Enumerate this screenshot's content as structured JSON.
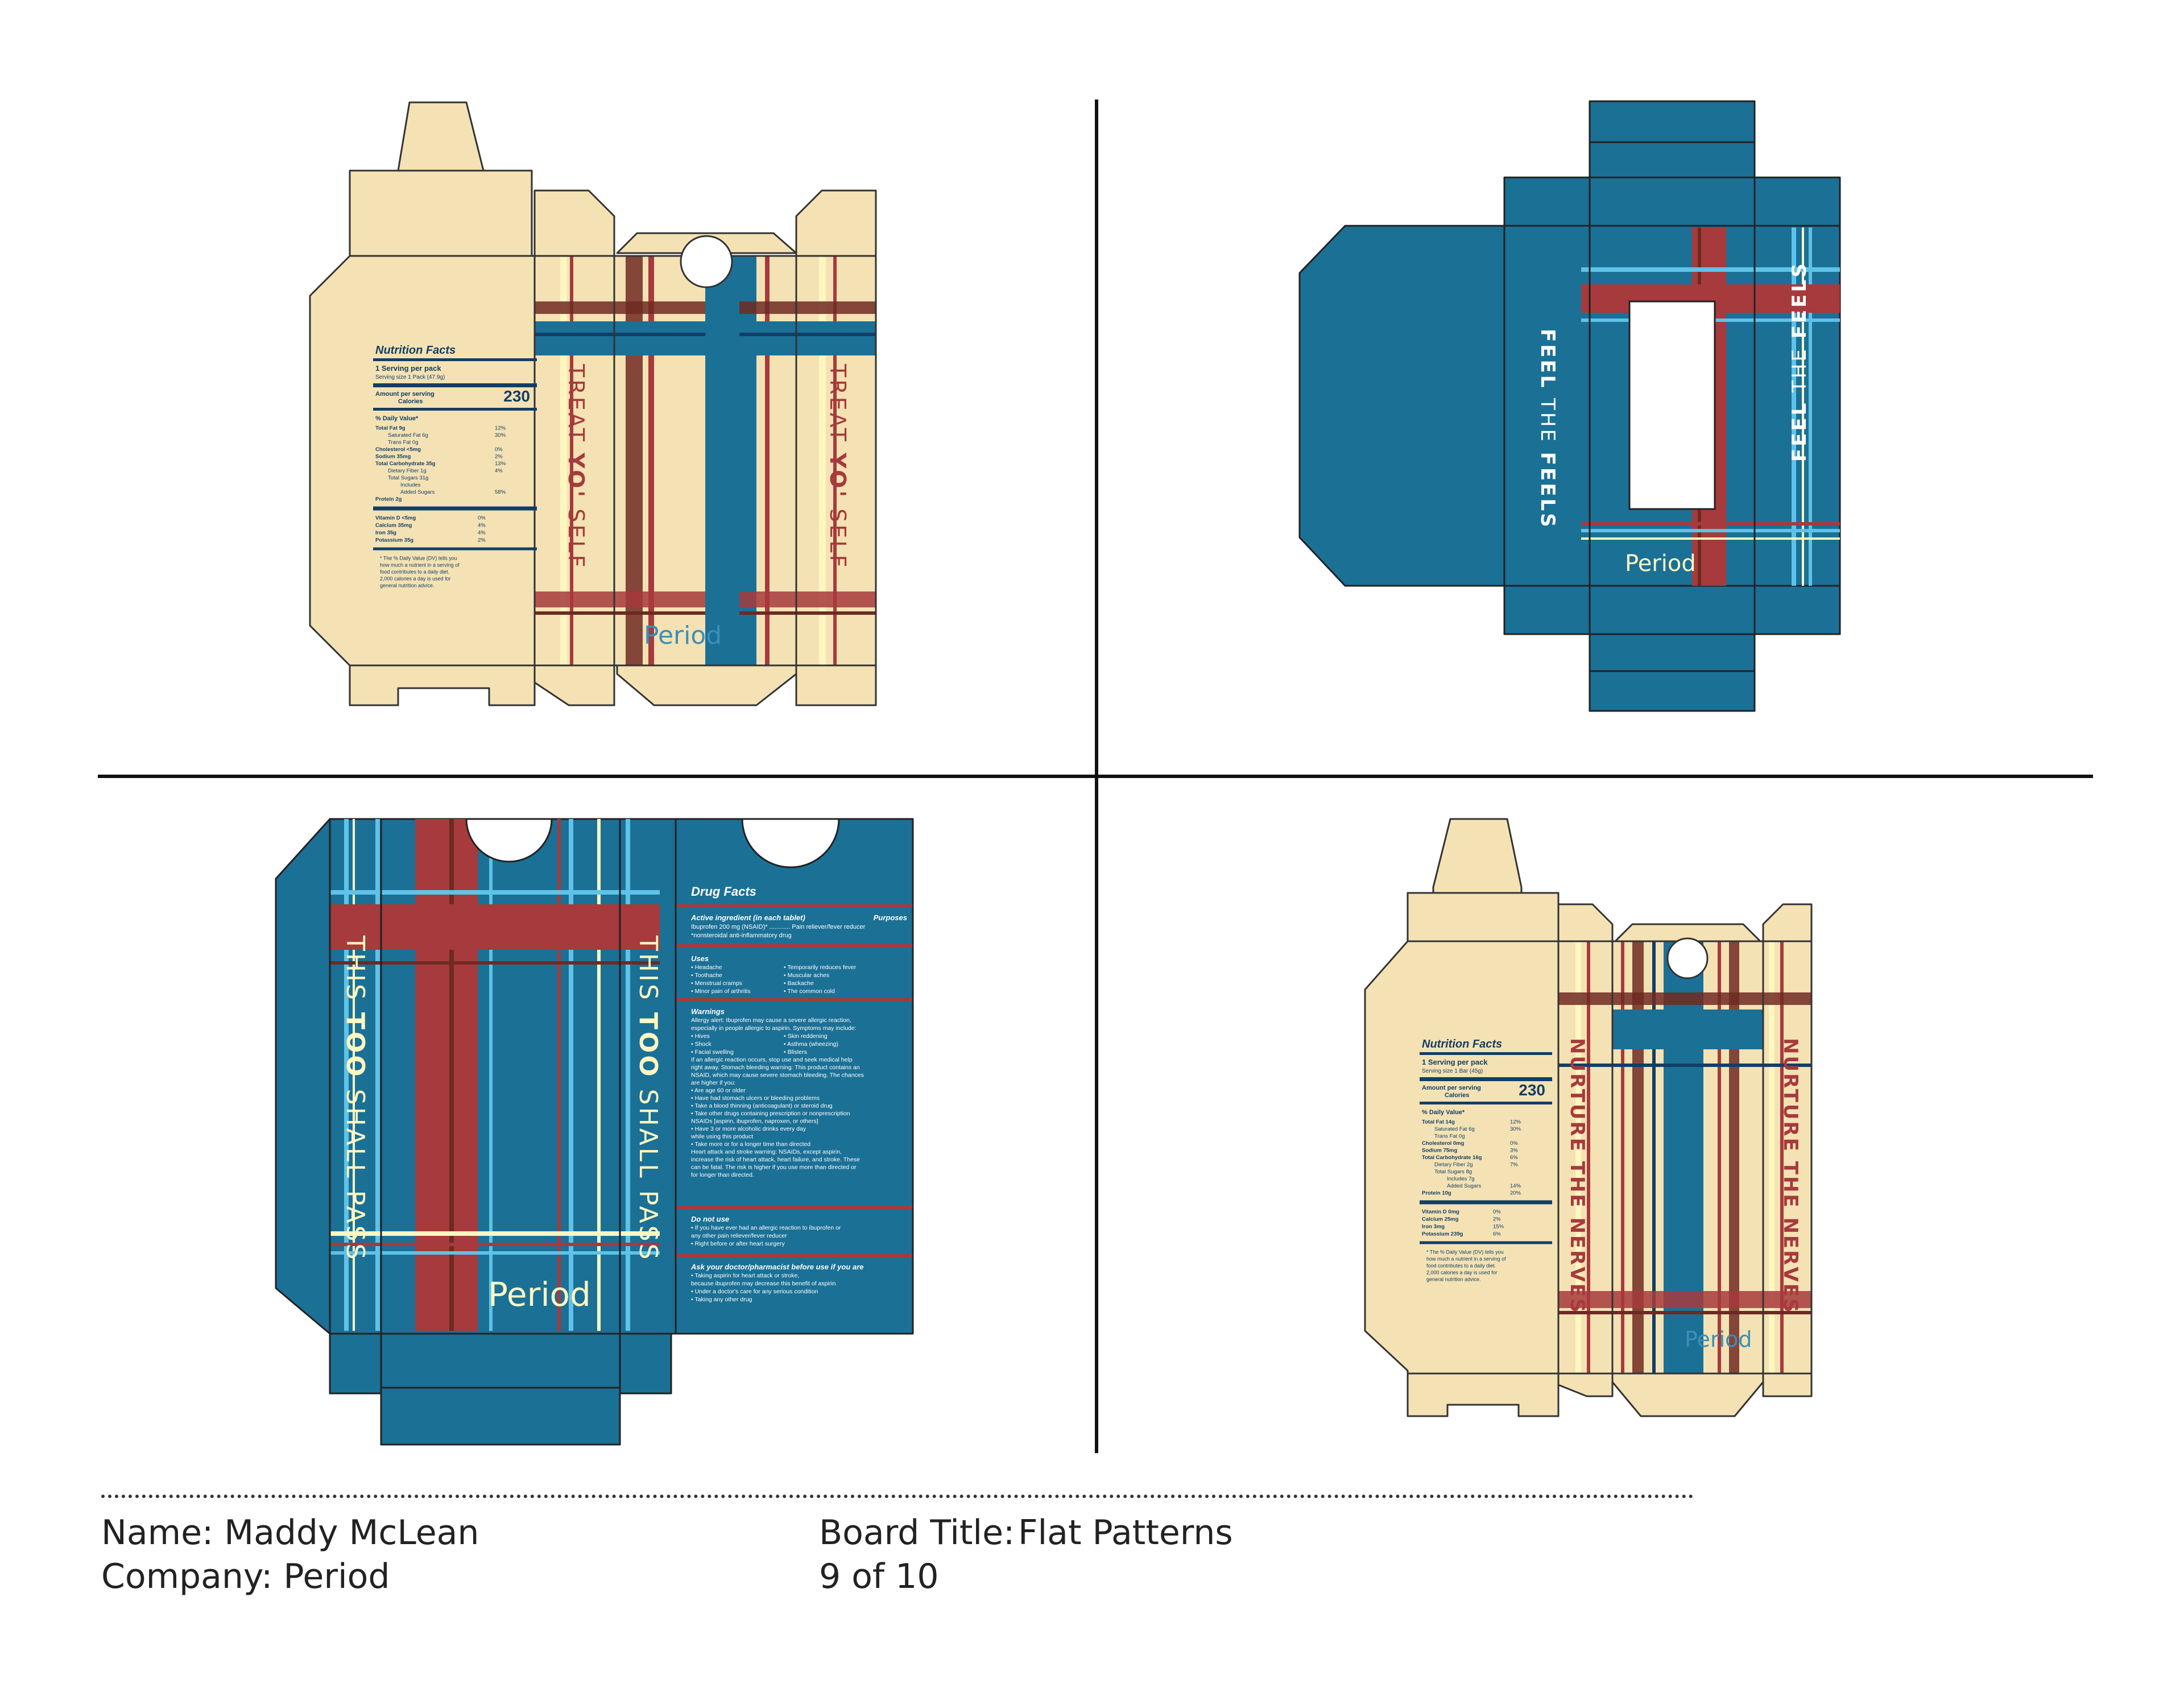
{
  "footer": {
    "name_label": "Name: Maddy McLean",
    "company_label": "Company: Period",
    "board_title_label": "Board Title:",
    "board_title_value": "Flat Patterns",
    "page_count": "9 of 10"
  },
  "colors": {
    "cream": "#f4e2b4",
    "blue": "#1b7096",
    "red": "#a73a3c",
    "dark_red": "#6e2a22",
    "light_blue": "#5fc2e8",
    "pale_yellow": "#fff6c0",
    "navy": "#123e66",
    "logo_blue": "#3a8fb9"
  },
  "brand": {
    "logo_text": "Period"
  },
  "slogans": {
    "treat": [
      "TREAT ",
      "YO'",
      " SELF"
    ],
    "feel": [
      "FEEL",
      " THE ",
      "FEELS"
    ],
    "pass": [
      "THIS ",
      "TOO",
      " SHALL PASS"
    ],
    "nurture": [
      "NURTURE THE NERVES"
    ]
  },
  "nutrition_1": {
    "title": "Nutrition Facts",
    "servings": "1 Serving per pack",
    "serving_size_label": "Serving size",
    "serving_size": "1 Pack (47.9g)",
    "amount_label": "Amount per serving",
    "calories_label": "Calories",
    "calories": "230",
    "dv_header": "% Daily Value*",
    "rows": [
      {
        "text": "Total Fat 9g",
        "dv": "12%",
        "bold": true,
        "indent": 0
      },
      {
        "text": "Saturated Fat 6g",
        "dv": "30%",
        "bold": false,
        "indent": 1
      },
      {
        "text": "Trans Fat 0g",
        "dv": "",
        "bold": false,
        "indent": 1
      },
      {
        "text": "Cholesterol <5mg",
        "dv": "0%",
        "bold": true,
        "indent": 0
      },
      {
        "text": "Sodium 35mg",
        "dv": "2%",
        "bold": true,
        "indent": 0
      },
      {
        "text": "Total Carbohydrate 35g",
        "dv": "13%",
        "bold": true,
        "indent": 0
      },
      {
        "text": "Dietary Fiber 1g",
        "dv": "4%",
        "bold": false,
        "indent": 1
      },
      {
        "text": "Total Sugars 31g",
        "dv": "",
        "bold": false,
        "indent": 1
      },
      {
        "text": "Includes",
        "dv": "",
        "bold": false,
        "indent": 2
      },
      {
        "text": "Added Sugars",
        "dv": "58%",
        "bold": false,
        "indent": 2
      },
      {
        "text": "Protein 2g",
        "dv": "",
        "bold": true,
        "indent": 0
      }
    ],
    "vitamins": [
      {
        "text": "Vitamin D <5mg",
        "dv": "0%"
      },
      {
        "text": "Calcium 35mg",
        "dv": "4%"
      },
      {
        "text": "Iron 35g",
        "dv": "4%"
      },
      {
        "text": "Potassium 35g",
        "dv": "2%"
      }
    ],
    "footnote": [
      "* The % Daily Value (DV) tells you",
      "how much a nutrient in a serving of",
      "food contributes to a daily diet.",
      "2,000 calories a day is used for",
      "general nutrition advice."
    ]
  },
  "nutrition_2": {
    "title": "Nutrition Facts",
    "servings": "1 Serving per pack",
    "serving_size_label": "Serving size",
    "serving_size": "1 Bar (45g)",
    "amount_label": "Amount per serving",
    "calories_label": "Calories",
    "calories": "230",
    "dv_header": "% Daily Value*",
    "rows": [
      {
        "text": "Total Fat 14g",
        "dv": "12%",
        "bold": true,
        "indent": 0
      },
      {
        "text": "Saturated Fat 6g",
        "dv": "30%",
        "bold": false,
        "indent": 1
      },
      {
        "text": "Trans Fat 0g",
        "dv": "",
        "bold": false,
        "indent": 1
      },
      {
        "text": "Cholesterol 0mg",
        "dv": "0%",
        "bold": true,
        "indent": 0
      },
      {
        "text": "Sodium 75mg",
        "dv": "3%",
        "bold": true,
        "indent": 0
      },
      {
        "text": "Total Carbohydrate 16g",
        "dv": "6%",
        "bold": true,
        "indent": 0
      },
      {
        "text": "Dietary Fiber 2g",
        "dv": "7%",
        "bold": false,
        "indent": 1
      },
      {
        "text": "Total Sugars 8g",
        "dv": "",
        "bold": false,
        "indent": 1
      },
      {
        "text": "Includes 7g",
        "dv": "",
        "bold": false,
        "indent": 2
      },
      {
        "text": "Added Sugars",
        "dv": "14%",
        "bold": false,
        "indent": 2
      },
      {
        "text": "Protein 10g",
        "dv": "20%",
        "bold": true,
        "indent": 0
      }
    ],
    "vitamins": [
      {
        "text": "Vitamin D 0mg",
        "dv": "0%"
      },
      {
        "text": "Calcium 25mg",
        "dv": "2%"
      },
      {
        "text": "Iron 3mg",
        "dv": "15%"
      },
      {
        "text": "Potassium 239g",
        "dv": "6%"
      }
    ],
    "footnote": [
      "* The % Daily Value (DV) tells you",
      "how much a nutrient in a serving of",
      "food contributes to a daily diet.",
      "2,000 calories a day is used for",
      "general nutrition advice."
    ]
  },
  "drug_facts": {
    "title": "Drug Facts",
    "active_label": "Active ingredient (in each tablet)",
    "purposes_label": "Purposes",
    "active_lines": [
      "Ibuprofen 200 mg (NSAID)* ............ Pain reliever/fever reducer",
      "*nonsteroidal anti-inflammatory drug"
    ],
    "uses_label": "Uses",
    "uses_left": [
      "• Headache",
      "• Toothache",
      "• Menstrual cramps",
      "• Minor pain of arthritis"
    ],
    "uses_right": [
      "• Temporarily reduces fever",
      "• Muscular aches",
      "• Backache",
      "• The common cold"
    ],
    "warnings_label": "Warnings",
    "allergy_lines": [
      "Allergy alert: Ibuprofen may cause a severe allergic reaction,",
      "especially in people allergic to aspirin. Symptoms may include:"
    ],
    "allergy_left": [
      "• Hives",
      "• Shock",
      "• Facial swelling"
    ],
    "allergy_right": [
      "• Skin reddening",
      "• Asthma (wheezing)",
      "• Blisters"
    ],
    "warning_lines": [
      "If an allergic reaction occurs, stop use and seek medical help",
      "right away. Stomach bleeding warning: This product contains an",
      "NSAID, which may cause severe stomach bleeding. The chances",
      "are higher if you:",
      "• Are age 60 or older",
      "• Have had stomach ulcers or bleeding problems",
      "• Take a blood thinning (anticoagulant) or steroid drug",
      "• Take other drugs containing prescription or nonprescription",
      "  NSAIDs [aspirin, ibuprofen, naproxen, or others]",
      "• Have 3 or more alcoholic drinks every day",
      "  while using this product",
      "• Take more or for a longer time than directed",
      "Heart attack and stroke warning: NSAIDs, except aspirin,",
      "increase the risk of heart attack, heart failure, and stroke. These",
      "can be fatal. The risk is higher if you use more than directed or",
      "for longer than directed."
    ],
    "do_not_use_label": "Do not use",
    "do_not_use_lines": [
      "• If you have ever had an allergic reaction to ibuprofen or",
      "  any other pain reliever/fever reducer",
      "• Right before or after heart surgery"
    ],
    "ask_label": "Ask your doctor/pharmacist before use if you are",
    "ask_lines": [
      "• Taking aspirin for heart attack or stroke,",
      "  because ibuprofen may decrease this benefit of aspirin",
      "• Under a doctor's care for any serious condition",
      "• Taking any other drug"
    ]
  }
}
